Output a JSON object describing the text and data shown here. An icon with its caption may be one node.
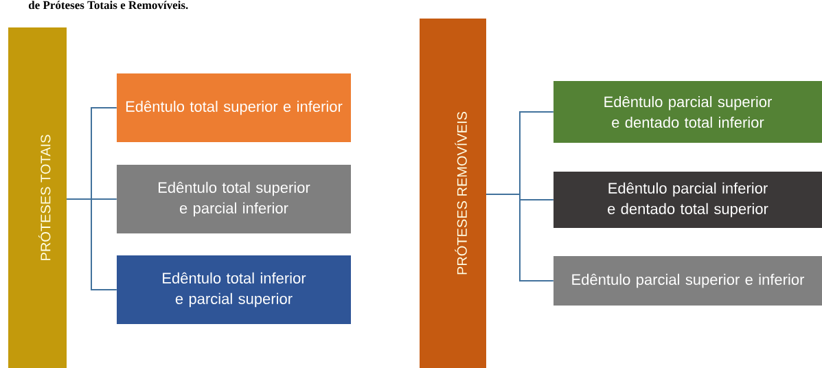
{
  "diagram": {
    "title": "de Próteses Totais e Removíveis.",
    "nodes": [
      {
        "text": [
          "PRÓTESES TOTAIS"
        ]
      },
      {
        "text": [
          "Edêntulo total superior e inferior"
        ]
      },
      {
        "text": [
          "Edêntulo total superior e parcial inferior"
        ]
      },
      {
        "text": [
          "Edêntulo total inferior e parcial superior"
        ]
      },
      {
        "text": [
          "PRÓTESES REMOVÍVEIS"
        ]
      },
      {
        "text": [
          "Edêntulo parcial superior e dentado total inferior"
        ]
      },
      {
        "text": [
          "Edêntulo parcial inferior e dentado total superior"
        ]
      },
      {
        "text": [
          "Edêntulo parcial superior e inferior"
        ]
      }
    ],
    "edges": [
      {
        "from": 0,
        "to": 1,
        "arrow": "none"
      },
      {
        "from": 0,
        "to": 2,
        "arrow": "none"
      },
      {
        "from": 0,
        "to": 3,
        "arrow": "none"
      },
      {
        "from": 4,
        "to": 5,
        "arrow": "none"
      },
      {
        "from": 4,
        "to": 6,
        "arrow": "none"
      },
      {
        "from": 4,
        "to": 7,
        "arrow": "none"
      }
    ]
  }
}
